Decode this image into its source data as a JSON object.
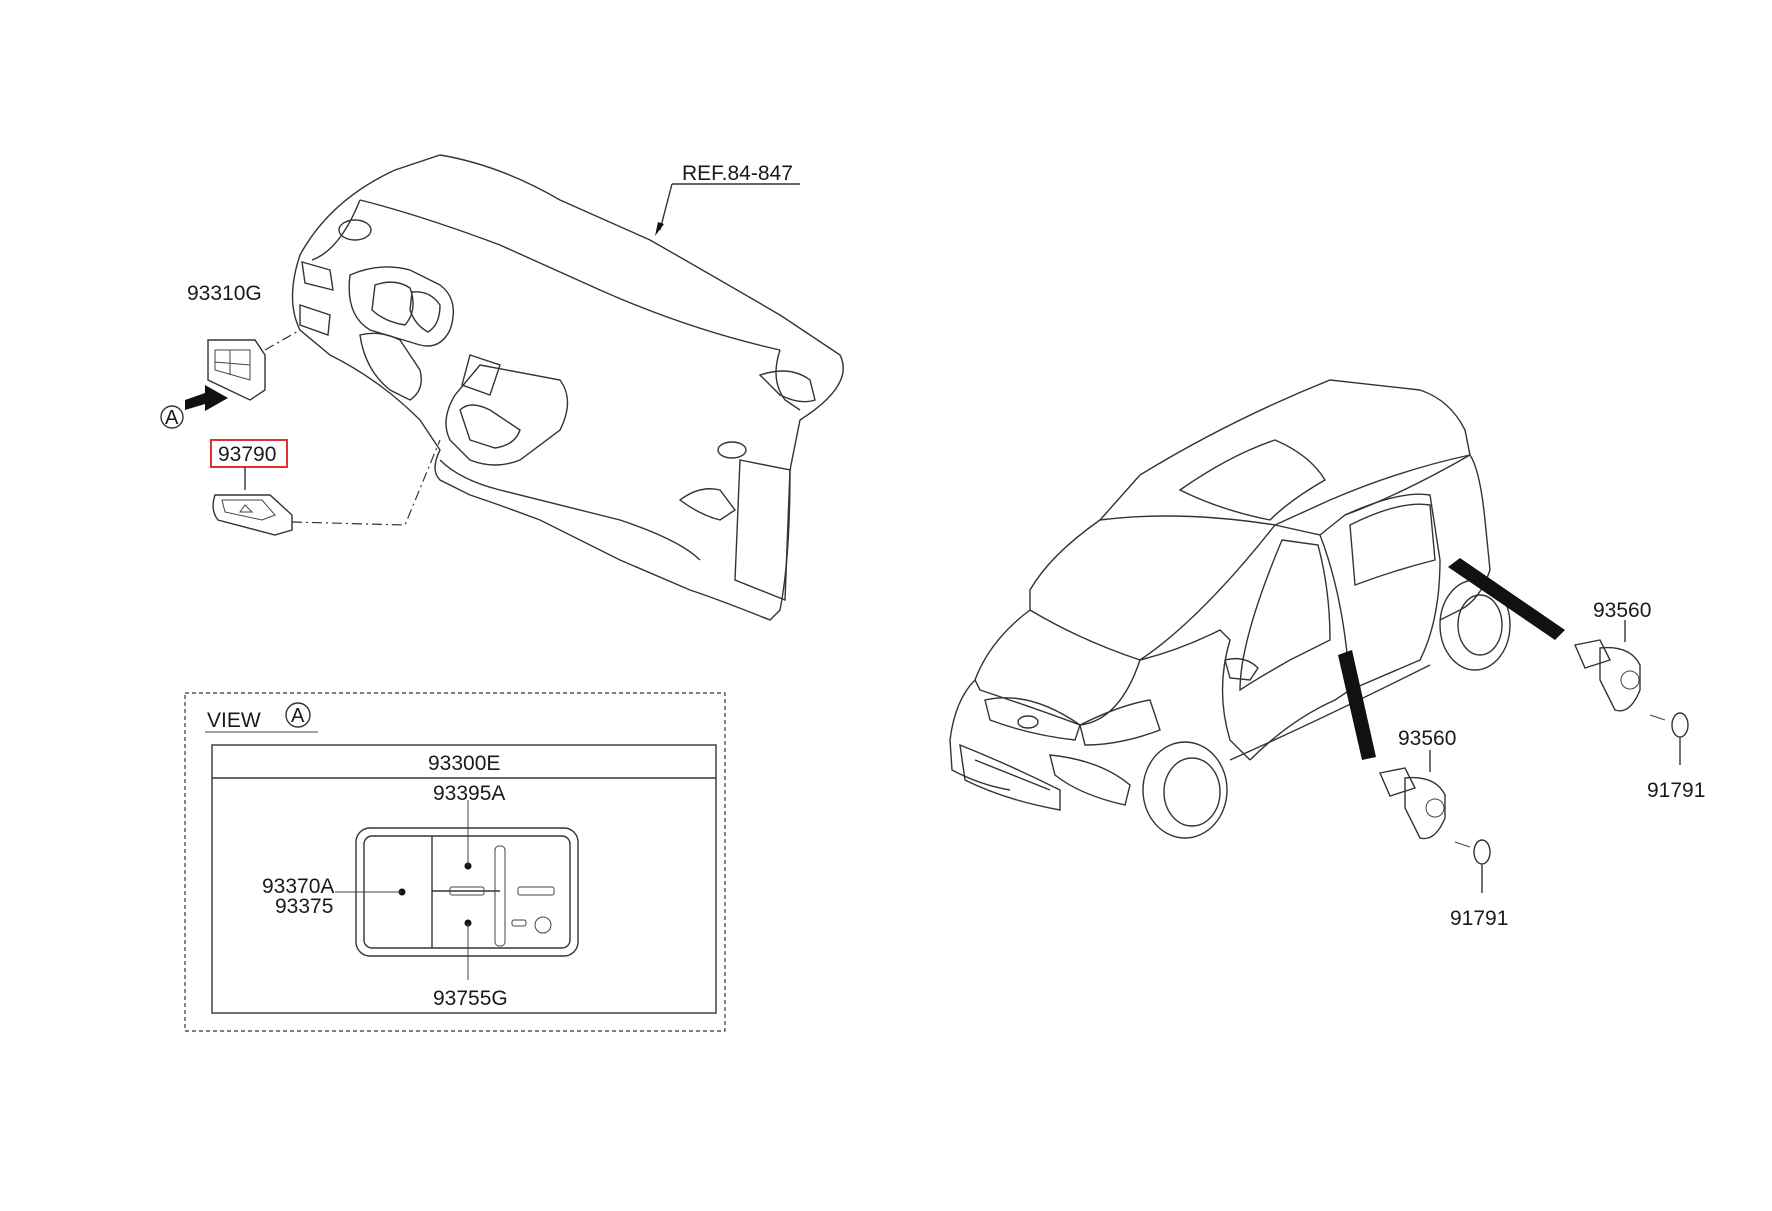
{
  "callouts": {
    "ref_dash": "REF.84-847",
    "hazard_switch_group": "93310G",
    "highlighted_part": "93790",
    "view_arrow_letter": "A",
    "door_switch_rear": "93560",
    "door_switch_front": "93560",
    "screw_rear": "91791",
    "screw_front": "91791"
  },
  "view_box": {
    "title": "VIEW",
    "letter": "A",
    "header": "93300E",
    "top_label": "93395A",
    "left_label_1": "93370A",
    "left_label_2": "93375",
    "bottom_label": "93755G"
  },
  "colors": {
    "highlight_border": "#e03030",
    "line": "#333333"
  }
}
